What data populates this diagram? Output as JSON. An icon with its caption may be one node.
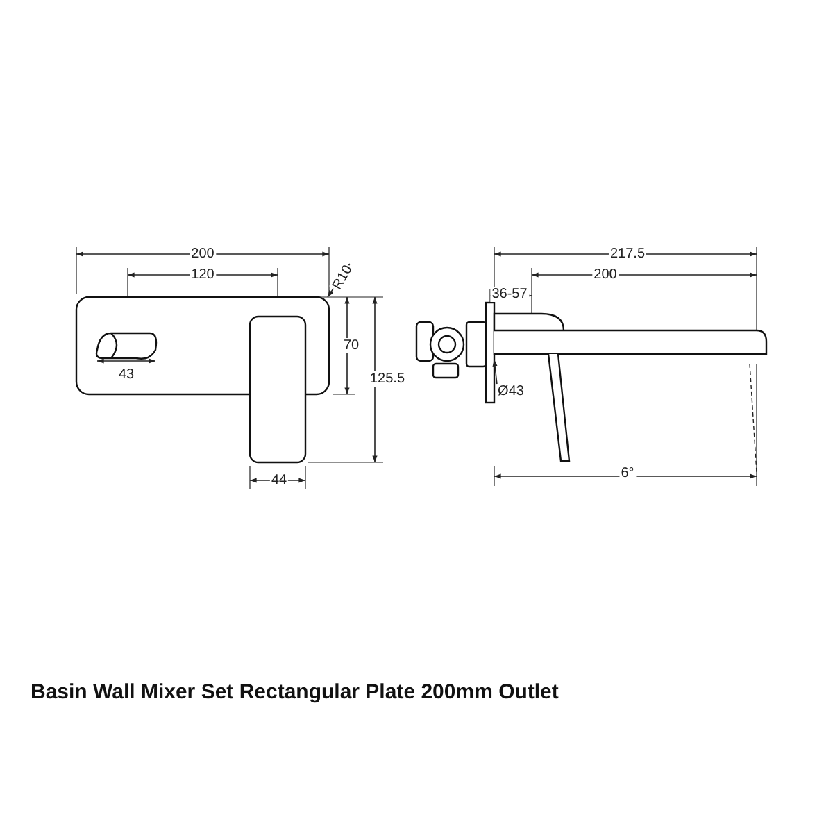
{
  "diagram": {
    "title": "Basin Wall Mixer Set Rectangular Plate 200mm Outlet",
    "nodes": [
      {
        "text": [
          "Ø43"
        ]
      },
      {
        "text": [],
        "shape": "box"
      }
    ],
    "edges": [
      {
        "from": 0,
        "to": 1,
        "arrow": "to"
      }
    ],
    "labels": [
      "200",
      "120",
      "R10",
      "70",
      "125.5",
      "43",
      "44",
      "217.5",
      "200",
      "36-57",
      "6°"
    ]
  }
}
